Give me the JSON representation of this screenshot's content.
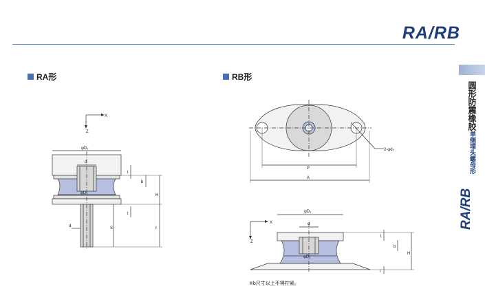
{
  "header": {
    "title": "RA/RB"
  },
  "sections": {
    "ra": "RA形",
    "rb": "RB形"
  },
  "side": {
    "main": "圆形防震橡胶",
    "sub": "单侧埋头螺母形",
    "code": "RA/RB"
  },
  "note": "※b尺寸以上不得拧紧。",
  "labels": {
    "x": "X",
    "z": "Z",
    "d2": "φD₂",
    "d1": "φD₁",
    "d": "d",
    "t": "t",
    "b": "b",
    "h": "H",
    "s": "S",
    "l": "ℓ",
    "pd1": "2-φd₁",
    "p": "P",
    "a": "A"
  },
  "colors": {
    "rubber": "#b7bfe0",
    "metal": "#d6d6d6",
    "accent": "#1f3d7a"
  }
}
